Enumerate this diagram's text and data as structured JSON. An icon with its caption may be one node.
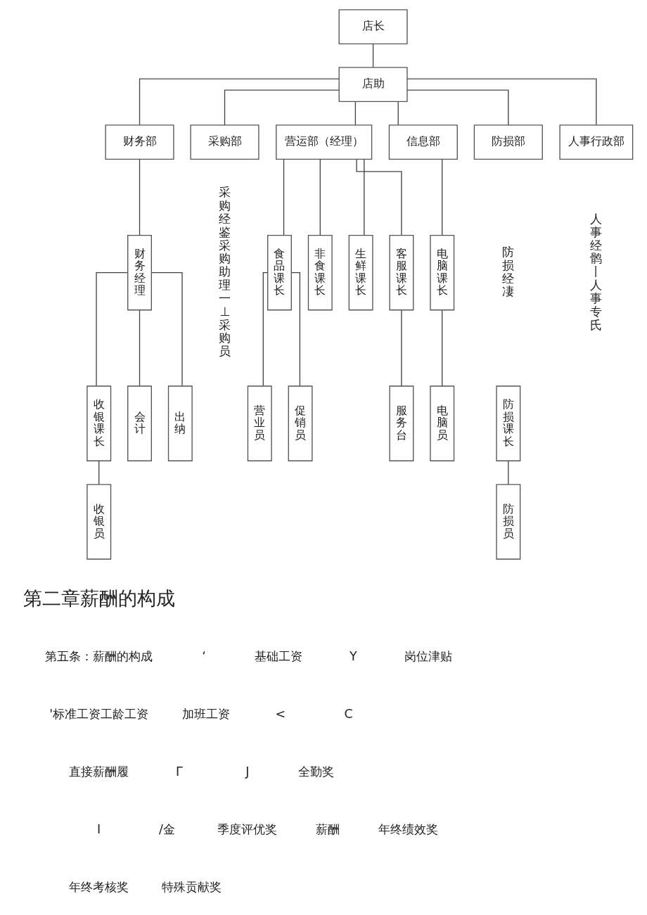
{
  "diagram": {
    "nodes": [
      {
        "text": [
          "店长"
        ]
      },
      {
        "text": [
          "店助"
        ]
      },
      {
        "text": [
          "财务部"
        ]
      },
      {
        "text": [
          "采购部"
        ],
        "beside": [
          "采购经鉴采购助理一⊥采购员"
        ]
      },
      {
        "text": [
          "营运部（经理）"
        ]
      },
      {
        "text": [
          "信息部"
        ]
      },
      {
        "text": [
          "防损部"
        ]
      },
      {
        "text": [
          "人事行政部"
        ]
      },
      {
        "text": [
          "财务经理"
        ]
      },
      {
        "text": [
          "收银课长"
        ]
      },
      {
        "text": [
          "会计"
        ]
      },
      {
        "text": [
          "出纳"
        ]
      },
      {
        "text": [
          "收银员"
        ]
      },
      {
        "text": [
          "食品课长"
        ]
      },
      {
        "text": [
          "非食课长"
        ]
      },
      {
        "text": [
          "生鲜课长"
        ]
      },
      {
        "text": [
          "客服课长"
        ]
      },
      {
        "text": [
          "营业员"
        ]
      },
      {
        "text": [
          "促销员"
        ]
      },
      {
        "text": [
          "服务台"
        ]
      },
      {
        "text": [
          "电脑课长"
        ]
      },
      {
        "text": [
          "电脑员"
        ]
      },
      {
        "text": [
          "防损课长"
        ]
      },
      {
        "text": [
          "防损员"
        ]
      }
    ],
    "edges": [
      {
        "from": 0,
        "to": 1,
        "arrow": "none"
      },
      {
        "from": 1,
        "to": 2,
        "arrow": "none"
      },
      {
        "from": 1,
        "to": 3,
        "arrow": "none"
      },
      {
        "from": 1,
        "to": 4,
        "arrow": "none"
      },
      {
        "from": 1,
        "to": 5,
        "arrow": "none"
      },
      {
        "from": 1,
        "to": 6,
        "arrow": "none"
      },
      {
        "from": 1,
        "to": 7,
        "arrow": "none"
      },
      {
        "from": 2,
        "to": 8,
        "arrow": "none"
      },
      {
        "from": 8,
        "to": 9,
        "arrow": "none"
      },
      {
        "from": 8,
        "to": 10,
        "arrow": "none"
      },
      {
        "from": 8,
        "to": 11,
        "arrow": "none"
      },
      {
        "from": 9,
        "to": 12,
        "arrow": "none"
      },
      {
        "from": 4,
        "to": 13,
        "arrow": "none"
      },
      {
        "from": 4,
        "to": 14,
        "arrow": "none"
      },
      {
        "from": 4,
        "to": 15,
        "arrow": "none"
      },
      {
        "from": 4,
        "to": 16,
        "arrow": "none"
      },
      {
        "from": 13,
        "to": 17,
        "arrow": "none"
      },
      {
        "from": 13,
        "to": 18,
        "arrow": "none"
      },
      {
        "from": 16,
        "to": 19,
        "arrow": "none"
      },
      {
        "from": 5,
        "to": 20,
        "arrow": "none"
      },
      {
        "from": 20,
        "to": 21,
        "arrow": "none"
      },
      {
        "from": 22,
        "to": 23,
        "arrow": "none"
      }
    ],
    "labels": [
      "防损经凄",
      "人事经鹘丨人事专氏",
      "第二章薪酬的构成",
      "第五条：薪酬的构成",
      "‘",
      "基础工资",
      "Y",
      "岗位津贴",
      "'标准工资工龄工资",
      "加班工资",
      "<",
      "C",
      "直接薪酬履",
      "Γ",
      "J",
      "全勤奖",
      "I",
      "/金",
      "季度评优奖",
      "薪酬",
      "年终绩效奖",
      "年终考核奖",
      "特殊贡献奖"
    ]
  }
}
